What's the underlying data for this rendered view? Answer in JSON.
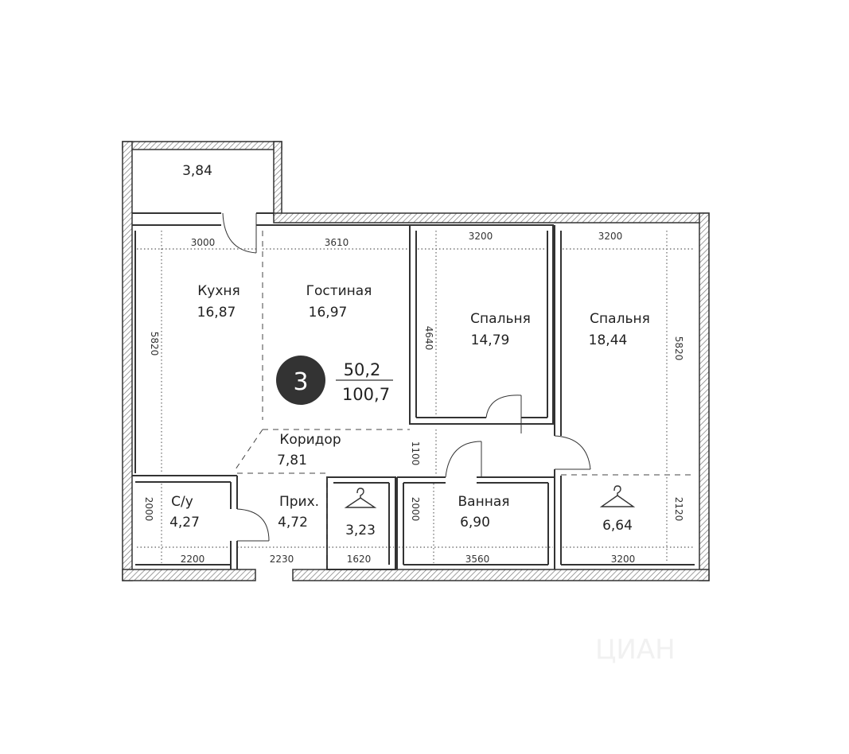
{
  "badge": {
    "number": "3",
    "living_area": "50,2",
    "total_area": "100,7"
  },
  "rooms": {
    "balcony": {
      "area": "3,84"
    },
    "kitchen": {
      "name": "Кухня",
      "area": "16,87"
    },
    "living": {
      "name": "Гостиная",
      "area": "16,97"
    },
    "bedroom1": {
      "name": "Спальня",
      "area": "14,79"
    },
    "bedroom2": {
      "name": "Спальня",
      "area": "18,44"
    },
    "corridor": {
      "name": "Коридор",
      "area": "7,81"
    },
    "wc": {
      "name": "С/у",
      "area": "4,27"
    },
    "hall": {
      "name": "Прих.",
      "area": "4,72"
    },
    "closet1": {
      "area": "3,23",
      "icon": "hanger-icon"
    },
    "bathroom": {
      "name": "Ванная",
      "area": "6,90"
    },
    "closet2": {
      "area": "6,64",
      "icon": "hanger-icon"
    }
  },
  "dimensions": {
    "kitchen_width": "3000",
    "living_width": "3610",
    "bedroom1_width": "3200",
    "bedroom2_width": "3200",
    "kitchen_height": "5820",
    "bedroom1_height": "4640",
    "bedroom2_height": "5820",
    "corridor_height": "1100",
    "wc_height": "2000",
    "bathroom_height": "2000",
    "closet2_height": "2120",
    "wc_width": "2200",
    "hall_width": "2230",
    "closet1_width": "1620",
    "bathroom_width": "3560",
    "closet2_width": "3200"
  },
  "colors": {
    "wall_line": "#333333",
    "badge_fill": "#333333"
  }
}
